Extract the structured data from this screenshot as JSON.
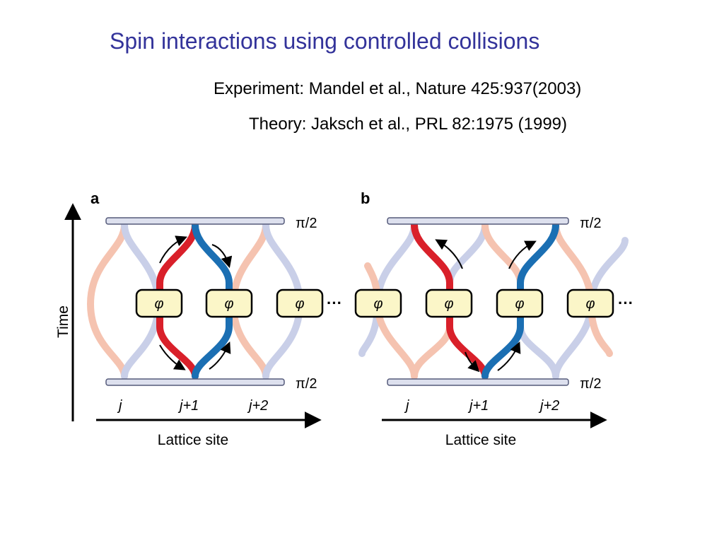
{
  "title": "Spin interactions using controlled collisions",
  "references": {
    "experiment": "Experiment: Mandel et al., Nature 425:937(2003)",
    "theory": "Theory:  Jaksch et al., PRL 82:1975 (1999)"
  },
  "figure": {
    "y_axis_label": "Time",
    "x_axis_label": "Lattice site",
    "panels": [
      {
        "label": "a",
        "pulse_top": "π/2",
        "pulse_bottom": "π/2",
        "gate": "φ",
        "ellipsis": "···",
        "sites": [
          "j",
          "j+1",
          "j+2"
        ]
      },
      {
        "label": "b",
        "pulse_top": "π/2",
        "pulse_bottom": "π/2",
        "gate": "φ",
        "ellipsis": "···",
        "sites": [
          "j",
          "j+1",
          "j+2"
        ]
      }
    ]
  },
  "colors": {
    "title": "#33339a",
    "spin_up": "#d9202a",
    "spin_down": "#1b6fb3",
    "spin_up_faded": "#f5c3b0",
    "spin_down_faded": "#c9cfe8",
    "gate_fill": "#fbf6c8",
    "pulse_bar": "#dde0ee"
  }
}
